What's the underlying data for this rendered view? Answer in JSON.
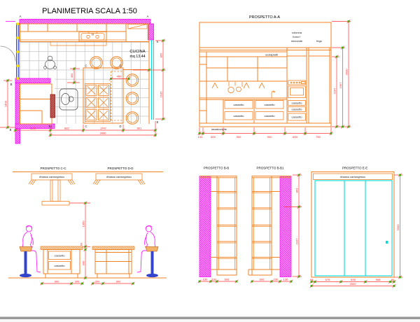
{
  "title": "PLANIMETRIA SCALA 1:50",
  "plan": {
    "room_name": "CUCINA",
    "room_area": "mq 13.44",
    "markers": {
      "a": "A",
      "b": "B",
      "b1": "B1",
      "c": "C",
      "d": "D",
      "e": "E"
    },
    "dims": {
      "left_v": "1400",
      "bottom": [
        "1100",
        "882",
        "1747",
        "801"
      ],
      "bottom_total": "3430",
      "right_v": [
        "865",
        "1635"
      ],
      "island_v": "450",
      "island_h": "450"
    }
  },
  "aa": {
    "title": "PROSPETTO A-A",
    "colonna_line1": "colonna",
    "colonna_line2": "forno+",
    "colonna_line3": "micronde",
    "frigo": "frigo",
    "scolapiatti": "scolapiatti",
    "cassetto": "cassetto",
    "lavastoviglie": "lavastoviglie",
    "dims_bottom": [
      "100",
      "600",
      "900",
      "900",
      "600",
      "750"
    ],
    "dims_right": [
      "2167",
      "2367",
      "3030"
    ]
  },
  "cc": {
    "title": "PROSPETTO C-C",
    "ribasso": "ribasso cartongesso",
    "cassetto": "cassetto",
    "dims_bottom": [
      "900",
      "300"
    ],
    "dims_v": [
      "1350",
      "60",
      "900"
    ]
  },
  "dd": {
    "title": "PROSPETTO D-D",
    "ribasso": "ribasso cartongesso",
    "dims_bottom": [
      "300",
      "900"
    ]
  },
  "bb": {
    "title": "PROSPETTO B-B",
    "dims_bottom": [
      "130",
      "230",
      "600"
    ]
  },
  "bb1": {
    "title": "PROSPETTO B-B1",
    "dims_bottom": [
      "600",
      "230",
      "130"
    ],
    "dims_right": [
      "863",
      "2167"
    ]
  },
  "ee": {
    "title": "PROSPETTO E-E",
    "ribasso": "ribasso cartongesso",
    "dims_bottom": [
      "95",
      "676",
      "676",
      "968",
      "80"
    ],
    "dims_total": "2500",
    "dims_right": "3000"
  },
  "colors": {
    "wall": "#ff00ff",
    "furniture": "#f08223",
    "dimension": "#ff3333",
    "tick": "#00d800",
    "glass": "#00dede",
    "window": "#2b3cc4",
    "section_cut": "#8b0000"
  }
}
